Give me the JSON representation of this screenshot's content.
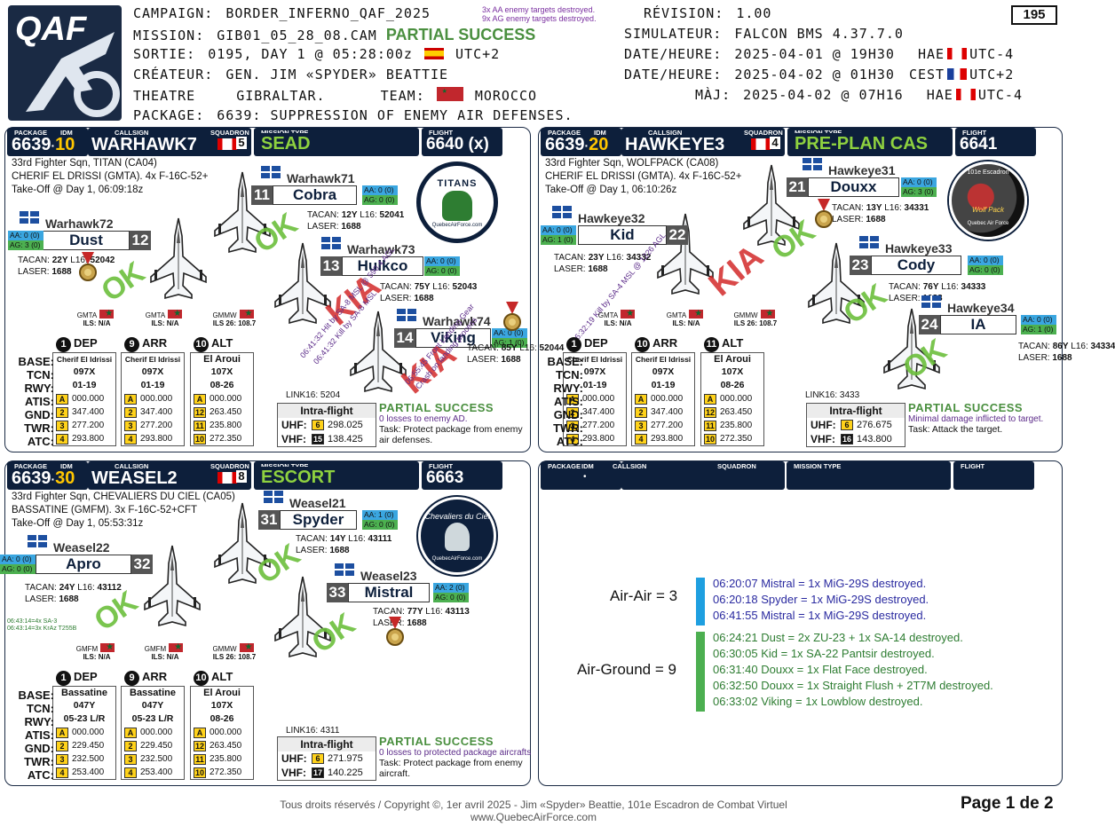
{
  "header": {
    "campaign_label": "CAMPAIGN:",
    "campaign": "BORDER_INFERNO_QAF_2025",
    "aa_destroyed": "3x AA enemy targets destroyed.",
    "ag_destroyed": "9x AG enemy targets destroyed.",
    "revision_label": "RÉVISION:",
    "revision": "1.00",
    "page_box": "195",
    "mission_label": "MISSION:",
    "mission": "GIB01_05_28_08.CAM",
    "mission_result": "PARTIAL SUCCESS",
    "simulator_label": "SIMULATEUR:",
    "simulator": "FALCON BMS 4.37.7.0",
    "sortie_label": "SORTIE:",
    "sortie": "0195, DAY 1 @ 05:28:00z",
    "sortie_tz": "UTC+2",
    "dt1_label": "DATE/HEURE:",
    "dt1": "2025-04-01 @ 19H30",
    "dt1_zone": "HAE",
    "dt1_tz": "UTC-4",
    "creator_label": "CRÉATEUR:",
    "creator": "GEN. JIM «SPYDER» BEATTIE",
    "dt2_label": "DATE/HEURE:",
    "dt2": "2025-04-02 @ 01H30",
    "dt2_zone": "CEST",
    "dt2_tz": "UTC+2",
    "theatre_label": "THEATRE",
    "theatre": "GIBRALTAR.",
    "team_label": "TEAM:",
    "team": "MOROCCO",
    "maj_label": "MÀJ:",
    "maj": "2025-04-02 @ 07H16",
    "maj_zone": "HAE",
    "maj_tz": "UTC-4",
    "package_label": "PACKAGE:",
    "package": "6639: SUPPRESSION OF ENEMY AIR DEFENSES."
  },
  "tab_labels": {
    "package": "PACKAGE",
    "idm": "IDM",
    "callsign": "CALLSIGN",
    "squadron": "SQUADRON",
    "mission_type": "MISSION TYPE",
    "flight": "FLIGHT"
  },
  "flights": [
    {
      "package": "6639",
      "idm": "10",
      "callsign": "WARHAWK7",
      "squadron_num": "5",
      "mission_type": "SEAD",
      "flight": "6640 (x)",
      "unit": "33rd Fighter Sqn, TITAN (CA04)",
      "base_line": "CHERIF EL DRISSI (GMTA). 4x F-16C-52+",
      "takeoff": "Take-Off @ Day 1, 06:09:18z",
      "pilots": [
        {
          "callsign": "Warhawk71",
          "num": "11",
          "name": "Cobra",
          "aa": "AA: 0 (0)",
          "ag": "AG: 0 (0)",
          "tacan": "12Y",
          "l16": "52041",
          "laser": "1688",
          "status": "OK"
        },
        {
          "callsign": "Warhawk72",
          "num": "12",
          "name": "Dust",
          "aa": "AA: 0 (0)",
          "ag": "AG: 3 (0)",
          "tacan": "22Y",
          "l16": "52042",
          "laser": "1688",
          "status": "OK"
        },
        {
          "callsign": "Warhawk73",
          "num": "13",
          "name": "Hulkco",
          "aa": "AA: 0 (0)",
          "ag": "AG: 0 (0)",
          "tacan": "75Y",
          "l16": "52043",
          "laser": "1688",
          "status": "KIA"
        },
        {
          "callsign": "Warhawk74",
          "num": "14",
          "name": "Viking",
          "aa": "AA: 0 (0)",
          "ag": "AG: 1 (0)",
          "tacan": "85Y",
          "l16": "52044",
          "laser": "1688",
          "status": "KIA"
        }
      ],
      "kia_notes": [
        "06:41:32 Hit by SA-8 MSL @ 590.4 AGL",
        "06:41:32 Kill by SA-8 MSL",
        "06:55:45 Front Landing Gear",
        "Crash on landing process"
      ],
      "airfields": [
        {
          "n": "1",
          "role": "DEP",
          "wx": "GMTA",
          "ils": "ILS: N/A",
          "name": "Cherif El Idrissi",
          "tcn": "097X",
          "rwy": "01-19",
          "atis": [
            "A",
            "000.000"
          ],
          "gnd": [
            "2",
            "347.400"
          ],
          "twr": [
            "3",
            "277.200"
          ],
          "atc": [
            "4",
            "293.800"
          ]
        },
        {
          "n": "9",
          "role": "ARR",
          "wx": "GMTA",
          "ils": "ILS: N/A",
          "name": "Cherif El Idrissi",
          "tcn": "097X",
          "rwy": "01-19",
          "atis": [
            "A",
            "000.000"
          ],
          "gnd": [
            "2",
            "347.400"
          ],
          "twr": [
            "3",
            "277.200"
          ],
          "atc": [
            "4",
            "293.800"
          ]
        },
        {
          "n": "10",
          "role": "ALT",
          "wx": "GMMW",
          "ils": "ILS 26: 108.7",
          "name": "El Aroui",
          "tcn": "107X",
          "rwy": "08-26",
          "atis": [
            "A",
            "000.000"
          ],
          "gnd": [
            "12",
            "263.450"
          ],
          "twr": [
            "11",
            "235.800"
          ],
          "atc": [
            "10",
            "272.350"
          ]
        }
      ],
      "link16": "LINK16: 5204",
      "intra_title": "Intra-flight",
      "uhf": [
        "6",
        "298.025"
      ],
      "vhf": [
        "15",
        "138.425"
      ],
      "result": "PARTIAL SUCCESS",
      "result_sub": "0 losses to enemy AD.",
      "task": "Task: Protect package from enemy air defenses."
    },
    {
      "package": "6639",
      "idm": "20",
      "callsign": "HAWKEYE3",
      "squadron_num": "4",
      "mission_type": "PRE-PLAN CAS",
      "flight": "6641",
      "unit": "33rd Fighter Sqn, WOLFPACK (CA08)",
      "base_line": "CHERIF EL DRISSI (GMTA). 4x F-16C-52+",
      "takeoff": "Take-Off @ Day 1, 06:10:26z",
      "pilots": [
        {
          "callsign": "Hawkeye31",
          "num": "21",
          "name": "Douxx",
          "aa": "AA: 0 (0)",
          "ag": "AG: 3 (0)",
          "tacan": "13Y",
          "l16": "34331",
          "laser": "1688",
          "status": "OK"
        },
        {
          "callsign": "Hawkeye32",
          "num": "22",
          "name": "Kid",
          "aa": "AA: 0 (0)",
          "ag": "AG: 1 (0)",
          "tacan": "23Y",
          "l16": "34332",
          "laser": "1688",
          "status": "KIA"
        },
        {
          "callsign": "Hawkeye33",
          "num": "23",
          "name": "Cody",
          "aa": "AA: 0 (0)",
          "ag": "AG: 0 (0)",
          "tacan": "76Y",
          "l16": "34333",
          "laser": "1688",
          "status": "OK"
        },
        {
          "callsign": "Hawkeye34",
          "num": "24",
          "name": "IA",
          "aa": "AA: 0 (0)",
          "ag": "AG: 1 (0)",
          "tacan": "86Y",
          "l16": "34334",
          "laser": "1688",
          "status": "OK"
        }
      ],
      "kia_notes": [
        "06:32:19 Kill by SA-4 MSL @ 1226 AGL"
      ],
      "airfields": [
        {
          "n": "1",
          "role": "DEP",
          "wx": "GMTA",
          "ils": "ILS: N/A",
          "name": "Cherif El Idrissi",
          "tcn": "097X",
          "rwy": "01-19",
          "atis": [
            "A",
            "000.000"
          ],
          "gnd": [
            "2",
            "347.400"
          ],
          "twr": [
            "3",
            "277.200"
          ],
          "atc": [
            "4",
            "293.800"
          ]
        },
        {
          "n": "10",
          "role": "ARR",
          "wx": "GMTA",
          "ils": "ILS: N/A",
          "name": "Cherif El Idrissi",
          "tcn": "097X",
          "rwy": "01-19",
          "atis": [
            "A",
            "000.000"
          ],
          "gnd": [
            "2",
            "347.400"
          ],
          "twr": [
            "3",
            "277.200"
          ],
          "atc": [
            "4",
            "293.800"
          ]
        },
        {
          "n": "11",
          "role": "ALT",
          "wx": "GMMW",
          "ils": "ILS 26: 108.7",
          "name": "El Aroui",
          "tcn": "107X",
          "rwy": "08-26",
          "atis": [
            "A",
            "000.000"
          ],
          "gnd": [
            "12",
            "263.450"
          ],
          "twr": [
            "11",
            "235.800"
          ],
          "atc": [
            "10",
            "272.350"
          ]
        }
      ],
      "link16": "LINK16: 3433",
      "intra_title": "Intra-flight",
      "uhf": [
        "6",
        "276.675"
      ],
      "vhf": [
        "16",
        "143.800"
      ],
      "result": "PARTIAL SUCCESS",
      "result_sub": "Minimal damage inflicted to target.",
      "task": "Task: Attack the target."
    },
    {
      "package": "6639",
      "idm": "30",
      "callsign": "WEASEL2",
      "squadron_num": "8",
      "mission_type": "ESCORT",
      "flight": "6663",
      "unit": "33rd Fighter Sqn, CHEVALIERS DU CIEL (CA05)",
      "base_line": "BASSATINE (GMFM). 3x F-16C-52+CFT",
      "takeoff": "Take-Off @ Day 1, 05:53:31z",
      "pilots": [
        {
          "callsign": "Weasel21",
          "num": "31",
          "name": "Spyder",
          "aa": "AA: 1 (0)",
          "ag": "AG: 0 (0)",
          "tacan": "14Y",
          "l16": "43111",
          "laser": "1688",
          "status": "OK"
        },
        {
          "callsign": "Weasel22",
          "num": "32",
          "name": "Apro",
          "aa": "AA: 0 (0)",
          "ag": "AG: 0 (0)",
          "tacan": "24Y",
          "l16": "43112",
          "laser": "1688",
          "status": "OK"
        },
        {
          "callsign": "Weasel23",
          "num": "33",
          "name": "Mistral",
          "aa": "AA: 2 (0)",
          "ag": "AG: 0 (0)",
          "tacan": "77Y",
          "l16": "43113",
          "laser": "1688",
          "status": "OK"
        }
      ],
      "side_notes": [
        "06:43:14=4x SA-3",
        "06:43:14=3x KrAz T255B"
      ],
      "airfields": [
        {
          "n": "1",
          "role": "DEP",
          "wx": "GMFM",
          "ils": "ILS: N/A",
          "name": "Bassatine",
          "tcn": "047Y",
          "rwy": "05-23 L/R",
          "atis": [
            "A",
            "000.000"
          ],
          "gnd": [
            "2",
            "229.450"
          ],
          "twr": [
            "3",
            "232.500"
          ],
          "atc": [
            "4",
            "253.400"
          ]
        },
        {
          "n": "9",
          "role": "ARR",
          "wx": "GMFM",
          "ils": "ILS: N/A",
          "name": "Bassatine",
          "tcn": "047Y",
          "rwy": "05-23 L/R",
          "atis": [
            "A",
            "000.000"
          ],
          "gnd": [
            "2",
            "229.450"
          ],
          "twr": [
            "3",
            "232.500"
          ],
          "atc": [
            "4",
            "253.400"
          ]
        },
        {
          "n": "10",
          "role": "ALT",
          "wx": "GMMW",
          "ils": "ILS 26: 108.7",
          "name": "El Aroui",
          "tcn": "107X",
          "rwy": "08-26",
          "atis": [
            "A",
            "000.000"
          ],
          "gnd": [
            "12",
            "263.450"
          ],
          "twr": [
            "11",
            "235.800"
          ],
          "atc": [
            "10",
            "272.350"
          ]
        }
      ],
      "link16": "LINK16: 4311",
      "intra_title": "Intra-flight",
      "uhf": [
        "6",
        "271.975"
      ],
      "vhf": [
        "17",
        "140.225"
      ],
      "result": "PARTIAL SUCCESS",
      "result_sub": "0 losses to protected package aircrafts",
      "task": "Task: Protect package from enemy aircraft."
    }
  ],
  "row_labels": [
    "BASE:",
    "TCN:",
    "RWY:",
    "ATIS:",
    "GND:",
    "TWR:",
    "ATC:"
  ],
  "pilot_field_labels": {
    "tacan": "TACAN:",
    "l16": "L16:",
    "laser": "LASER:"
  },
  "intra_labels": {
    "uhf": "UHF:",
    "vhf": "VHF:"
  },
  "summary": {
    "air_air": "Air-Air = 3",
    "air_ground": "Air-Ground = 9",
    "aa_kills": [
      "06:20:07 Mistral = 1x MiG-29S destroyed.",
      "06:20:18 Spyder = 1x MiG-29S destroyed.",
      "06:41:55 Mistral = 1x MiG-29S destroyed."
    ],
    "ag_kills": [
      "06:24:21 Dust = 2x ZU-23 + 1x SA-14 destroyed.",
      "06:30:05 Kid = 1x SA-22 Pantsir destroyed.",
      "06:31:40 Douxx = 1x Flat Face destroyed.",
      "06:32:50 Douxx = 1x Straight Flush + 2T7M destroyed.",
      "06:33:02 Viking = 1x Lowblow destroyed."
    ],
    "aa_color": "#1e9fe0",
    "ag_color": "#4caf50"
  },
  "badges": {
    "titan": "TITANS",
    "titan_url": "QuebecAirForce.com",
    "wolf": "Wolf Pack",
    "wolf_top": "101e Escadron",
    "wolf_url": "Quebec Air Force",
    "cdc": "Chevaliers du Ciel",
    "cdc_url": "QuebecAirForce.com"
  },
  "footer": {
    "copyright": "Tous droits réservés / Copyright ©, 1er avril 2025 - Jim «Spyder» Beattie, 101e Escadron de Combat Virtuel",
    "url": "www.QuebecAirForce.com",
    "page": "Page 1 de 2"
  },
  "logo_text": "QAF",
  "colors": {
    "navy": "#0d1f3b",
    "ok": "#6cbf3c",
    "kia": "#d32a2a",
    "idm": "#ffc600"
  }
}
